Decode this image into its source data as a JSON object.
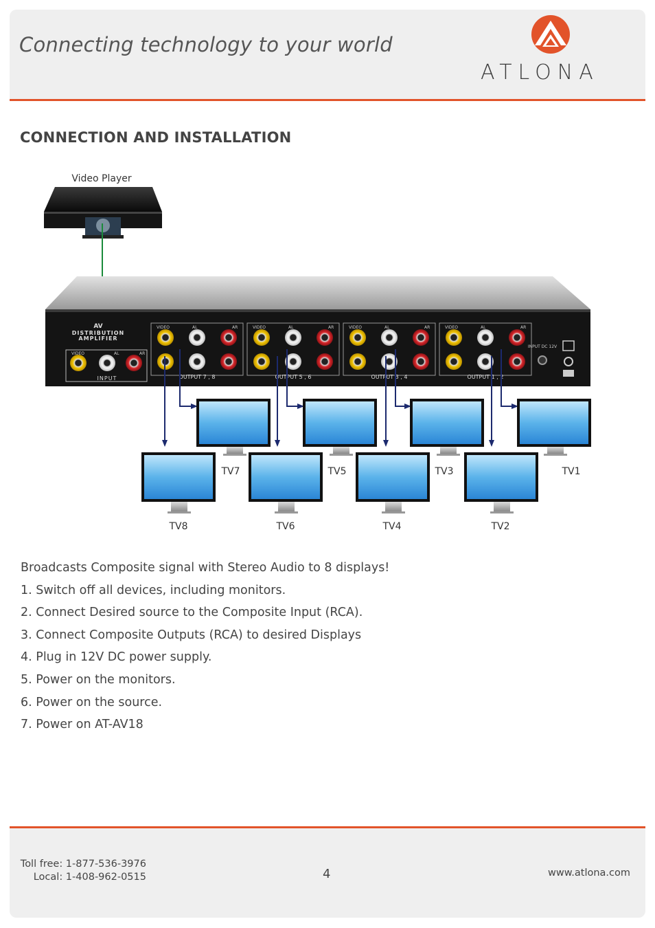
{
  "header": {
    "tagline": "Connecting technology to your world",
    "brand": "ATLONA"
  },
  "section": {
    "title": "CONNECTION AND INSTALLATION"
  },
  "diagram": {
    "source_label": "Video Player",
    "device": {
      "brand_line1": "AV",
      "brand_line2": "DISTRIBUTION",
      "brand_line3": "AMPLIFIER",
      "input_label": "INPUT",
      "port_video": "VIDEO",
      "port_al": "AL",
      "port_ar": "AR",
      "output_groups": [
        "OUTPUT 7 , 8",
        "OUTPUT 5 , 6",
        "OUTPUT 3 , 4",
        "OUTPUT 1 , 2"
      ],
      "power_label": "INPUT DC 12V"
    },
    "tv_top_labels": [
      "TV7",
      "TV5",
      "TV3",
      "TV1"
    ],
    "tv_bottom_labels": [
      "TV8",
      "TV6",
      "TV4",
      "TV2"
    ],
    "colors": {
      "signal_video": "#1a8a3a",
      "signal_output": "#1c2a6e",
      "accent": "#e2532a"
    }
  },
  "steps": [
    "Broadcasts Composite signal with Stereo Audio to 8 displays!",
    "1. Switch off all devices, including monitors.",
    "2. Connect Desired source to the Composite Input (RCA).",
    "3. Connect Composite Outputs (RCA) to desired Displays",
    "4. Plug in 12V DC power supply.",
    "5. Power on the monitors.",
    "6. Power on the source.",
    "7. Power on AT-AV18"
  ],
  "footer": {
    "toll_free": "Toll free: 1-877-536-3976",
    "local": "Local: 1-408-962-0515",
    "page_number": "4",
    "website": "www.atlona.com"
  }
}
